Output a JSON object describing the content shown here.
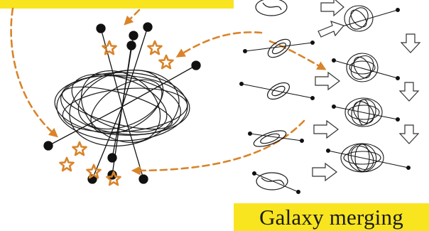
{
  "labels": {
    "galaxy_merging": "Galaxy merging"
  },
  "colors": {
    "banner": "#f9e51f",
    "arrow": "#d9842a",
    "star": "#d9842a",
    "ink": "#1a1a1a"
  },
  "icons": [
    "star-icon",
    "dashed-arrow",
    "hollow-arrow",
    "galaxy-ring"
  ]
}
